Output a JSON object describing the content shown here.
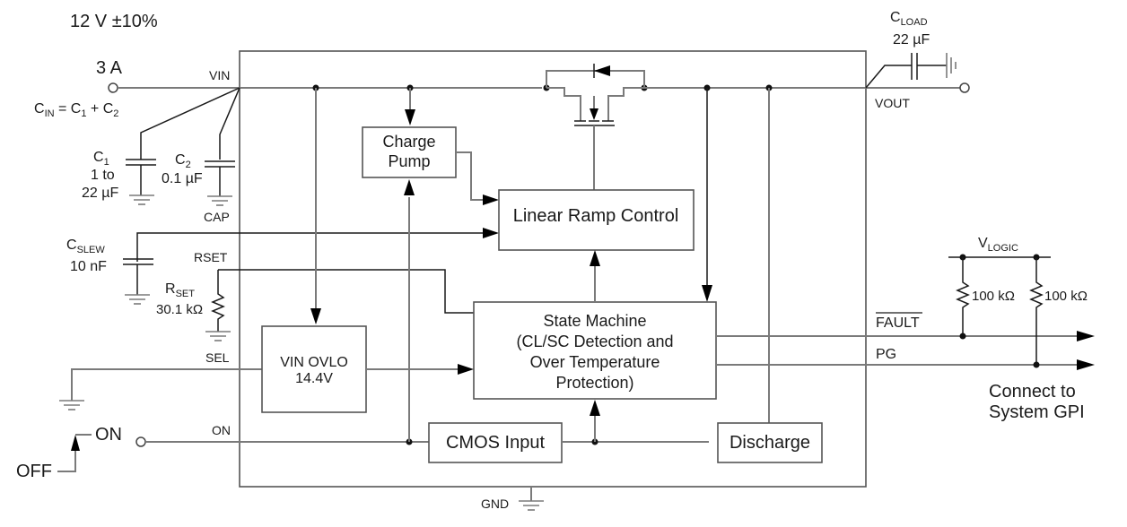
{
  "supply": {
    "voltage": "12 V ±10%",
    "current": "3 A",
    "cin_eq_main": "C",
    "cin_eq_sub": "IN",
    "cin_eq_rest": " = C",
    "cin_eq_sub1": "1",
    "cin_eq_plus": " + C",
    "cin_eq_sub2": "2"
  },
  "components": {
    "c1": {
      "name": "C",
      "sub": "1",
      "value_line1": "1 to",
      "value_line2": "22 µF"
    },
    "c2": {
      "name": "C",
      "sub": "2",
      "value": "0.1 µF"
    },
    "cslew": {
      "name": "C",
      "sub": "SLEW",
      "value": "10 nF"
    },
    "rset": {
      "name": "R",
      "sub": "SET",
      "value": "30.1 kΩ"
    },
    "cload": {
      "name": "C",
      "sub": "LOAD",
      "value": "22 µF"
    },
    "vlogic": {
      "name": "V",
      "sub": "LOGIC"
    },
    "pullup1": {
      "value": "100 kΩ"
    },
    "pullup2": {
      "value": "100 kΩ"
    }
  },
  "pins": {
    "vin": "VIN",
    "cap": "CAP",
    "rset": "RSET",
    "sel": "SEL",
    "on": "ON",
    "gnd": "GND",
    "vout": "VOUT",
    "fault": "FAULT",
    "pg": "PG"
  },
  "switch": {
    "on": "ON",
    "off": "OFF"
  },
  "blocks": {
    "charge_pump": {
      "line1": "Charge",
      "line2": "Pump"
    },
    "linear_ramp": {
      "label": "Linear Ramp Control"
    },
    "state_machine": {
      "line1": "State Machine",
      "line2": "(CL/SC Detection and",
      "line3": "Over Temperature",
      "line4": "Protection)"
    },
    "vin_ovlo": {
      "line1": "VIN OVLO",
      "line2": "14.4V"
    },
    "cmos_input": {
      "label": "CMOS Input"
    },
    "discharge": {
      "label": "Discharge"
    }
  },
  "output_note": {
    "line1": "Connect to",
    "line2": "System GPI"
  }
}
